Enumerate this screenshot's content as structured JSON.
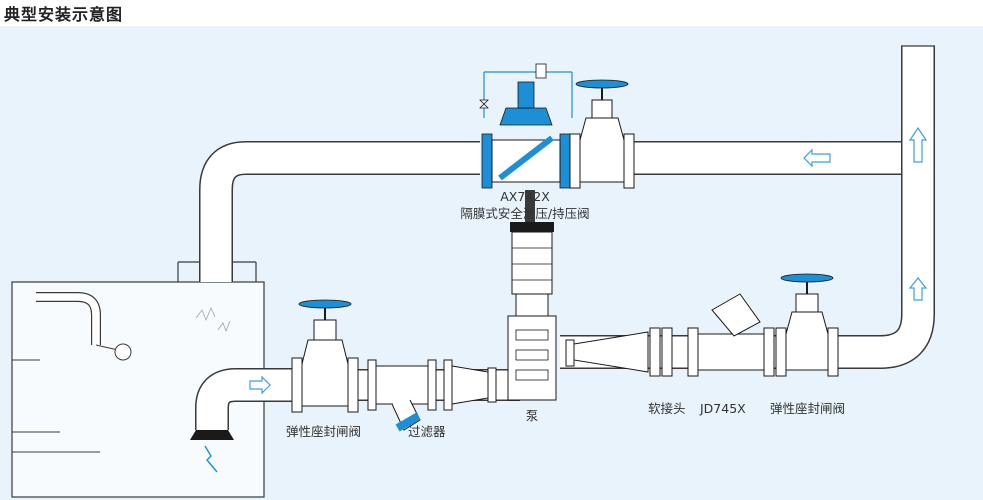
{
  "title": "典型安装示意图",
  "colors": {
    "background": "#e9f3fb",
    "pipe_fill": "#ffffff",
    "pipe_stroke": "#3a3a3a",
    "valve_blue": "#1d8fd6",
    "valve_dark": "#1a1a1a",
    "flow_arrow_blue": "#3aa0e0",
    "filter_arrow_red": "#e23b3b"
  },
  "components": {
    "ax742x": {
      "model": "AX742X",
      "name": "隔膜式安全泄压/持压阀"
    },
    "gate_valve_left": {
      "name": "弹性座封闸阀"
    },
    "filter": {
      "name": "过滤器"
    },
    "pump": {
      "name": "泵"
    },
    "soft_joint": {
      "name": "软接头"
    },
    "check_valve": {
      "name": "JD745X"
    },
    "gate_valve_right": {
      "name": "弹性座封闸阀"
    }
  }
}
